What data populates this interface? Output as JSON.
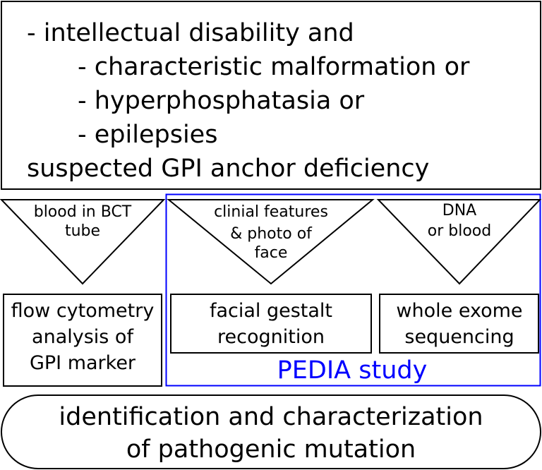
{
  "criteria": {
    "line1": "- intellectual disability  and",
    "line2": "- characteristic malformation  or",
    "line3": "- hyperphosphatasia  or",
    "line4": "- epilepsies",
    "line5": "suspected GPI anchor deficiency"
  },
  "samples": [
    {
      "lines": [
        "blood in BCT",
        "tube"
      ]
    },
    {
      "lines": [
        "clinial features",
        "& photo of",
        "face"
      ]
    },
    {
      "lines": [
        "DNA",
        "or blood"
      ]
    }
  ],
  "methods": [
    {
      "lines": [
        "flow cytometry",
        "analysis of",
        "GPI marker"
      ]
    },
    {
      "lines": [
        "facial gestalt",
        "recognition"
      ]
    },
    {
      "lines": [
        "whole exome",
        "sequencing"
      ]
    }
  ],
  "study": {
    "label": "PEDIA study",
    "color": "#0000ff"
  },
  "result": {
    "lines": [
      "identification and characterization",
      "of pathogenic mutation"
    ]
  }
}
